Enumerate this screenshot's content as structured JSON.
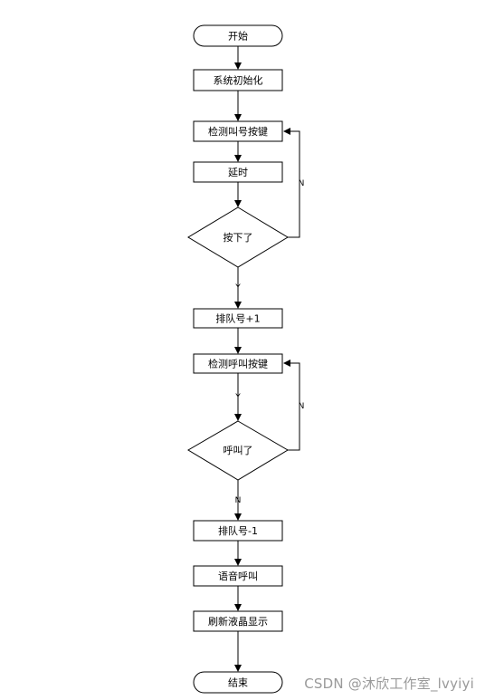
{
  "nodes": {
    "start": "开始",
    "init": "系统初始化",
    "detect_take": "检测叫号按键",
    "delay": "延时",
    "pressed": "按下了",
    "queue_inc": "排队号+1",
    "detect_call": "检测呼叫按键",
    "called": "呼叫了",
    "queue_dec": "排队号-1",
    "voice": "语音呼叫",
    "refresh": "刷新液晶显示",
    "end": "结束"
  },
  "labels": {
    "pressed_yes": "Y",
    "pressed_no": "N",
    "detect_call_out": "Y",
    "called_no": "N",
    "called_yes": "N"
  },
  "watermark": "CSDN @沐欣工作室_lvyiyi"
}
